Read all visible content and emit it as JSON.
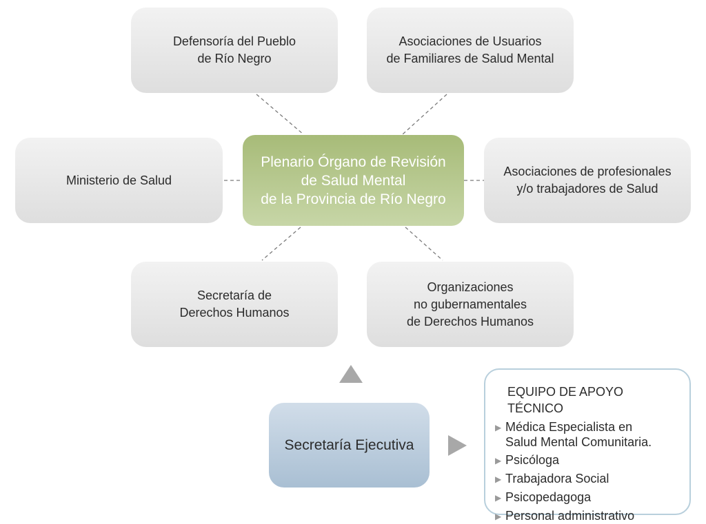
{
  "diagram": {
    "center": {
      "lines": [
        "Plenario Órgano de Revisión",
        "de Salud Mental",
        "de la Provincia de Río Negro"
      ]
    },
    "nodes": [
      {
        "id": "defensoria",
        "lines": [
          "Defensoría del Pueblo",
          "de Río Negro"
        ]
      },
      {
        "id": "asoc-usuarios",
        "lines": [
          "Asociaciones de Usuarios",
          "de Familiares de Salud Mental"
        ]
      },
      {
        "id": "ministerio",
        "lines": [
          "Ministerio de Salud"
        ]
      },
      {
        "id": "asoc-profesionales",
        "lines": [
          "Asociaciones de profesionales",
          "y/o trabajadores de Salud"
        ]
      },
      {
        "id": "secretaria-ddhh",
        "lines": [
          "Secretaría de",
          "Derechos Humanos"
        ]
      },
      {
        "id": "ong",
        "lines": [
          "Organizaciones",
          "no gubernamentales",
          "de Derechos Humanos"
        ]
      }
    ],
    "executive": {
      "label": "Secretaría Ejecutiva"
    },
    "support_team": {
      "title": "EQUIPO DE APOYO TÉCNICO",
      "items": [
        {
          "lines": [
            "Médica Especialista en",
            "Salud Mental Comunitaria."
          ]
        },
        {
          "lines": [
            "Psicóloga"
          ]
        },
        {
          "lines": [
            "Trabajadora Social"
          ]
        },
        {
          "lines": [
            "Psicopedagoga"
          ]
        },
        {
          "lines": [
            "Personal administrativo"
          ]
        }
      ]
    },
    "colors": {
      "center": "#b5c78c",
      "peripheral": "#e6e6e6",
      "executive": "#bccfe0",
      "support_border": "#b8cfdc",
      "connector": "#7a7a7a",
      "arrow": "#a8a8a8"
    },
    "icons": {
      "bullet": "triangle-right-icon",
      "up": "triangle-up-icon",
      "right": "triangle-right-icon"
    }
  }
}
